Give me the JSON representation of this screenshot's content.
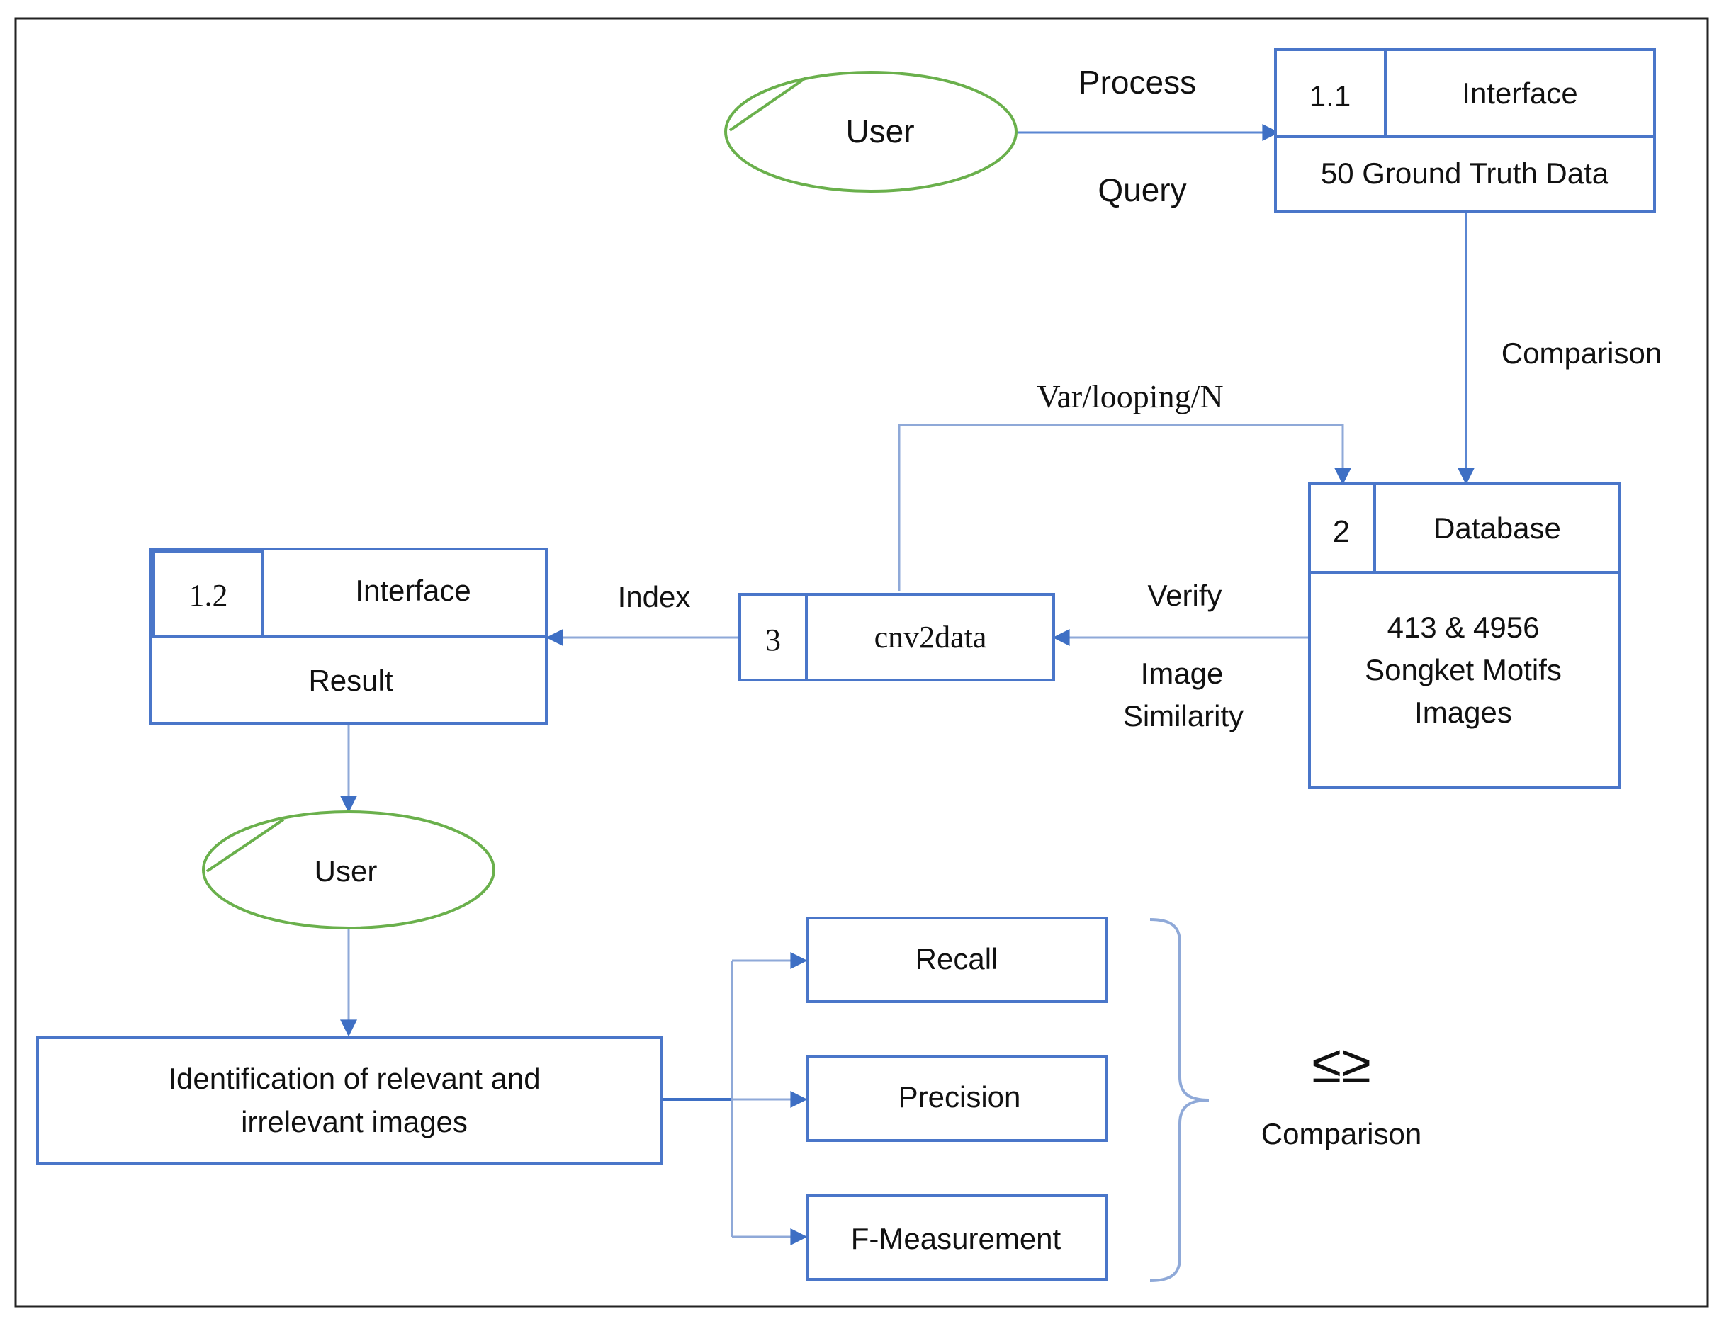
{
  "colors": {
    "box_stroke": "#4a76c9",
    "connector": "#8fa9d8",
    "arrowhead": "#3e6fc4",
    "entity_stroke": "#6ab04c",
    "frame_stroke": "#222222"
  },
  "user_top": {
    "label": "User"
  },
  "user_bottom": {
    "label": "User"
  },
  "edge_labels": {
    "process": "Process",
    "query": "Query",
    "comparison_right": "Comparison",
    "var_looping": "Var/looping/N",
    "index": "Index",
    "verify": "Verify",
    "image": "Image",
    "similarity": "Similarity"
  },
  "process_1_1": {
    "number": "1.1",
    "title": "Interface",
    "body": "50 Ground Truth Data"
  },
  "process_2": {
    "number": "2",
    "title": "Database",
    "body_lines": [
      "413 & 4956",
      "Songket Motifs",
      "Images"
    ]
  },
  "process_3": {
    "number": "3",
    "title": "cnv2data"
  },
  "process_1_2": {
    "number": "1.2",
    "title": "Interface",
    "body": "Result"
  },
  "identification": {
    "lines": [
      "Identification of relevant and",
      "irrelevant images"
    ]
  },
  "metrics": {
    "recall": "Recall",
    "precision": "Precision",
    "f_measurement": "F-Measurement"
  },
  "comparison_symbol": "≤≥",
  "comparison_label": "Comparison"
}
